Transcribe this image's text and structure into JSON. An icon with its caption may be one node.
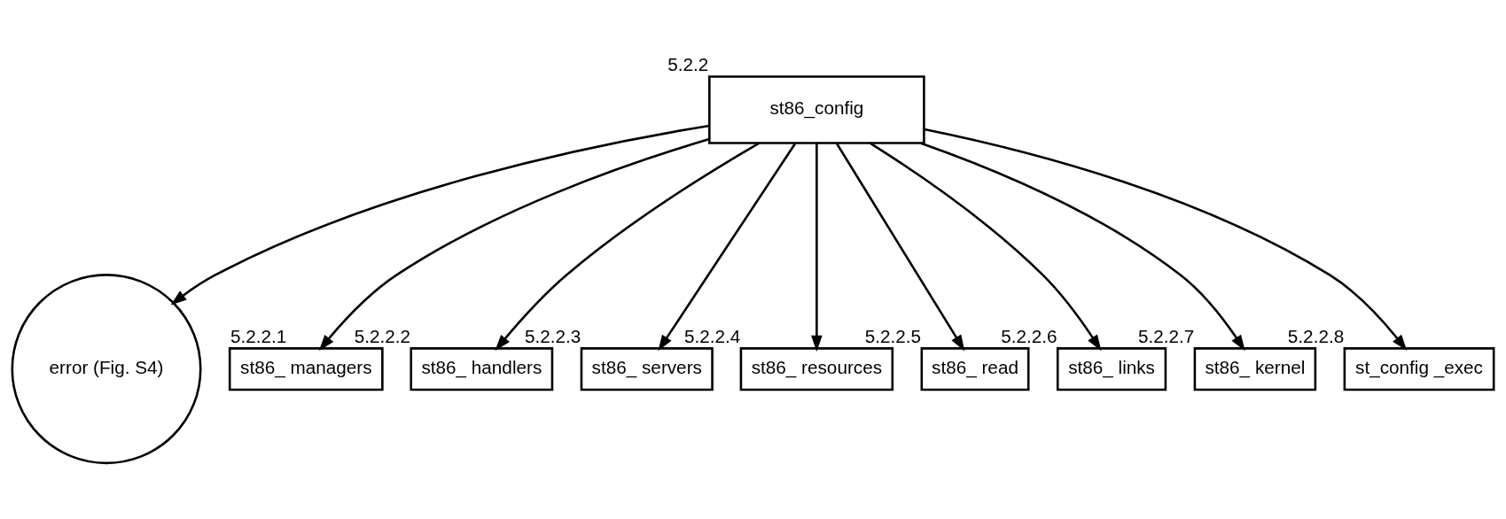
{
  "diagram": {
    "nodes": [
      {
        "text": [
          "st86_config"
        ],
        "beside": [
          "5.2.2"
        ]
      },
      {
        "text": [
          "error (Fig. S4)"
        ]
      },
      {
        "text": [
          "st86_ managers"
        ],
        "beside": [
          "5.2.2.1"
        ]
      },
      {
        "text": [
          "st86_ handlers"
        ],
        "beside": [
          "5.2.2.2"
        ]
      },
      {
        "text": [
          "st86_ servers"
        ],
        "beside": [
          "5.2.2.3"
        ]
      },
      {
        "text": [
          "st86_ resources"
        ],
        "beside": [
          "5.2.2.4"
        ]
      },
      {
        "text": [
          "st86_ read"
        ],
        "beside": [
          "5.2.2.5"
        ]
      },
      {
        "text": [
          "st86_ links"
        ],
        "beside": [
          "5.2.2.6"
        ]
      },
      {
        "text": [
          "st86_ kernel"
        ],
        "beside": [
          "5.2.2.7"
        ]
      },
      {
        "text": [
          "st_config _exec"
        ],
        "beside": [
          "5.2.2.8"
        ]
      }
    ],
    "edges": [
      {
        "from": 0,
        "to": 1,
        "arrow": "to"
      },
      {
        "from": 0,
        "to": 2,
        "arrow": "to"
      },
      {
        "from": 0,
        "to": 3,
        "arrow": "to"
      },
      {
        "from": 0,
        "to": 4,
        "arrow": "to"
      },
      {
        "from": 0,
        "to": 5,
        "arrow": "to"
      },
      {
        "from": 0,
        "to": 6,
        "arrow": "to"
      },
      {
        "from": 0,
        "to": 7,
        "arrow": "to"
      },
      {
        "from": 0,
        "to": 8,
        "arrow": "to"
      },
      {
        "from": 0,
        "to": 9,
        "arrow": "to"
      }
    ]
  }
}
